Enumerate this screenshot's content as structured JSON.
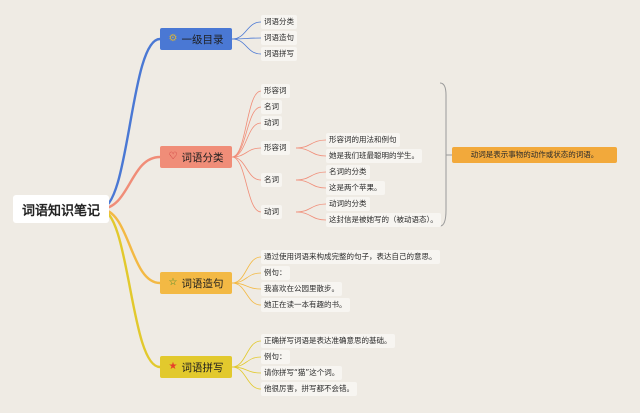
{
  "root": {
    "title": "词语知识笔记"
  },
  "categories": [
    {
      "label": "一级目录",
      "color": "#4a78d4",
      "icon": "settings-gear-icon",
      "glyph": "⚙",
      "items": [
        "词语分类",
        "词语造句",
        "词语拼写"
      ]
    },
    {
      "label": "词语分类",
      "color": "#f08d78",
      "icon": "heart-icon",
      "glyph": "♡",
      "items": [
        "形容词",
        "名词",
        "动词"
      ],
      "groups": [
        {
          "label": "形容词",
          "items": [
            "形容词的用法和例句",
            "她是我们班最聪明的学生。"
          ]
        },
        {
          "label": "名词",
          "items": [
            "名词的分类",
            "这是两个苹果。"
          ]
        },
        {
          "label": "动词",
          "items": [
            "动词的分类",
            "这封信是被她写的（被动语态）。"
          ]
        }
      ],
      "summary": "动词是表示事物的动作或状态的词语。"
    },
    {
      "label": "词语造句",
      "color": "#f3b944",
      "icon": "star-outline-icon",
      "glyph": "☆",
      "items": [
        "通过使用词语来构成完整的句子，表达自己的意思。",
        "例句：",
        "我喜欢在公园里散步。",
        "她正在读一本有趣的书。"
      ]
    },
    {
      "label": "词语拼写",
      "color": "#e2c92d",
      "icon": "star-filled-icon",
      "glyph": "★",
      "items": [
        "正确拼写词语是表达准确意思的基础。",
        "例句：",
        "请你拼写“猫”这个词。",
        "他很厉害，拼写都不会错。"
      ]
    }
  ]
}
